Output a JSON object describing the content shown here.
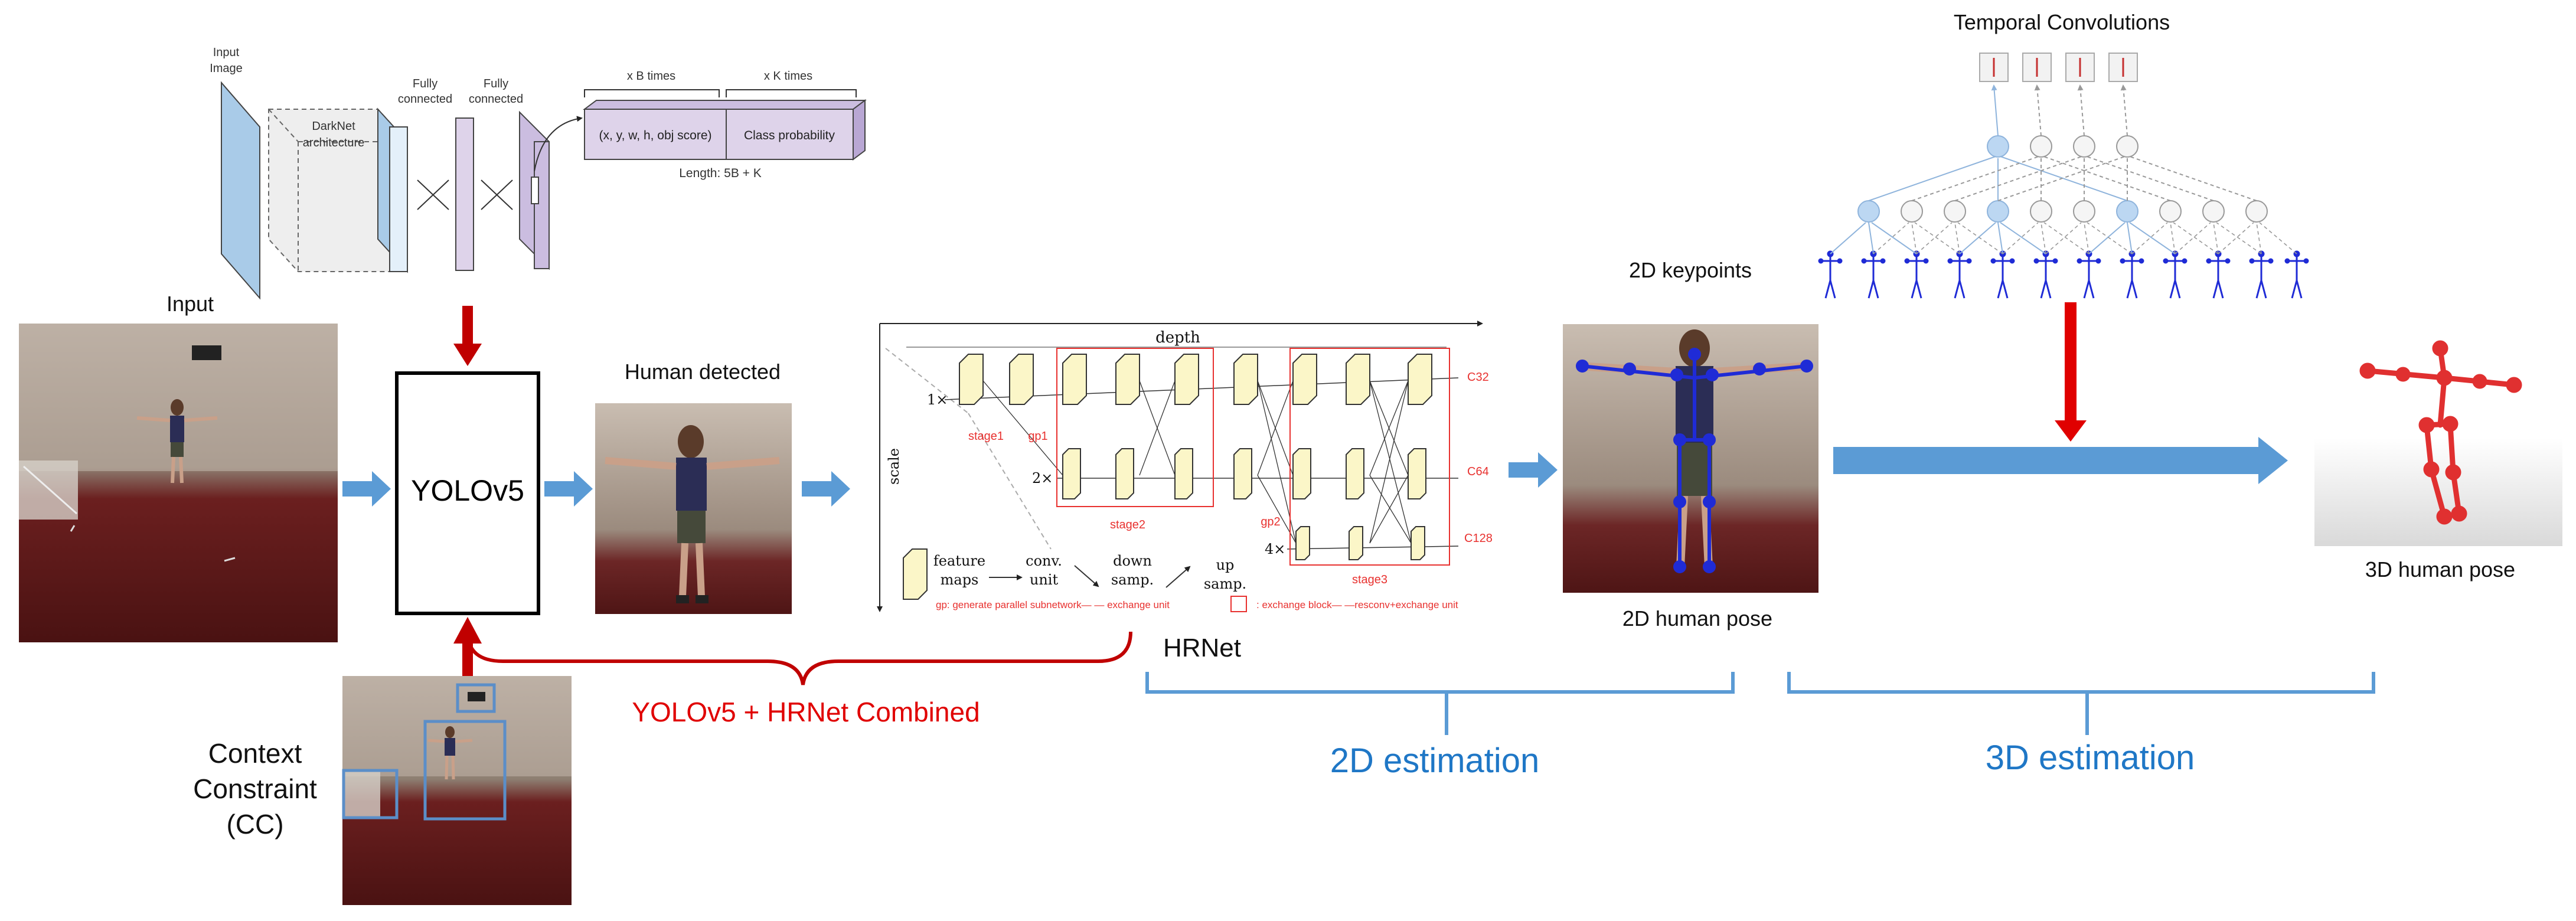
{
  "labels": {
    "input": "Input",
    "yolo": "YOLOv5",
    "human_detected": "Human detected",
    "hrnet": "HRNet",
    "keypoints_2d": "2D keypoints",
    "pose_2d": "2D human pose",
    "pose_3d": "3D human pose",
    "temporal_conv": "Temporal Convolutions",
    "combined": "YOLOv5 + HRNet Combined",
    "cc_line1": "Context",
    "cc_line2": "Constraint",
    "cc_line3": "(CC)",
    "est_2d": "2D estimation",
    "est_3d": "3D estimation"
  },
  "yolo_arch": {
    "input_image_line1": "Input",
    "input_image_line2": "Image",
    "darknet_line1": "DarkNet",
    "darknet_line2": "architecture",
    "fc1_line1": "Fully",
    "fc1_line2": "connected",
    "fc2_line1": "Fully",
    "fc2_line2": "connected",
    "xb_times": "x B times",
    "xk_times": "x K times",
    "bbox_cell": "(x, y, w, h, obj score)",
    "class_cell": "Class probability",
    "length": "Length: 5B + K"
  },
  "hrnet_diagram": {
    "depth": "depth",
    "scale": "scale",
    "row1": "1×",
    "row2": "2×",
    "row3": "4×",
    "stage1": "stage1",
    "stage2": "stage2",
    "stage3": "stage3",
    "gp1": "gp1",
    "gp2": "gp2",
    "c32": "C32",
    "c64": "C64",
    "c128": "C128",
    "legend_feature_maps_1": "feature",
    "legend_feature_maps_2": "maps",
    "legend_conv_1": "conv.",
    "legend_conv_2": "unit",
    "legend_down_1": "down",
    "legend_down_2": "samp.",
    "legend_up_1": "up",
    "legend_up_2": "samp.",
    "note_gp": "gp: generate parallel subnetwork— — exchange unit",
    "note_exchange": ": exchange block— —resconv+exchange unit"
  },
  "colors": {
    "red": "#cc0000",
    "blue_arrow": "#5b9bd5",
    "blue_text": "#1f77c6",
    "bracket_blue": "#5b9bd5",
    "hrnet_red": "#e8312f"
  }
}
